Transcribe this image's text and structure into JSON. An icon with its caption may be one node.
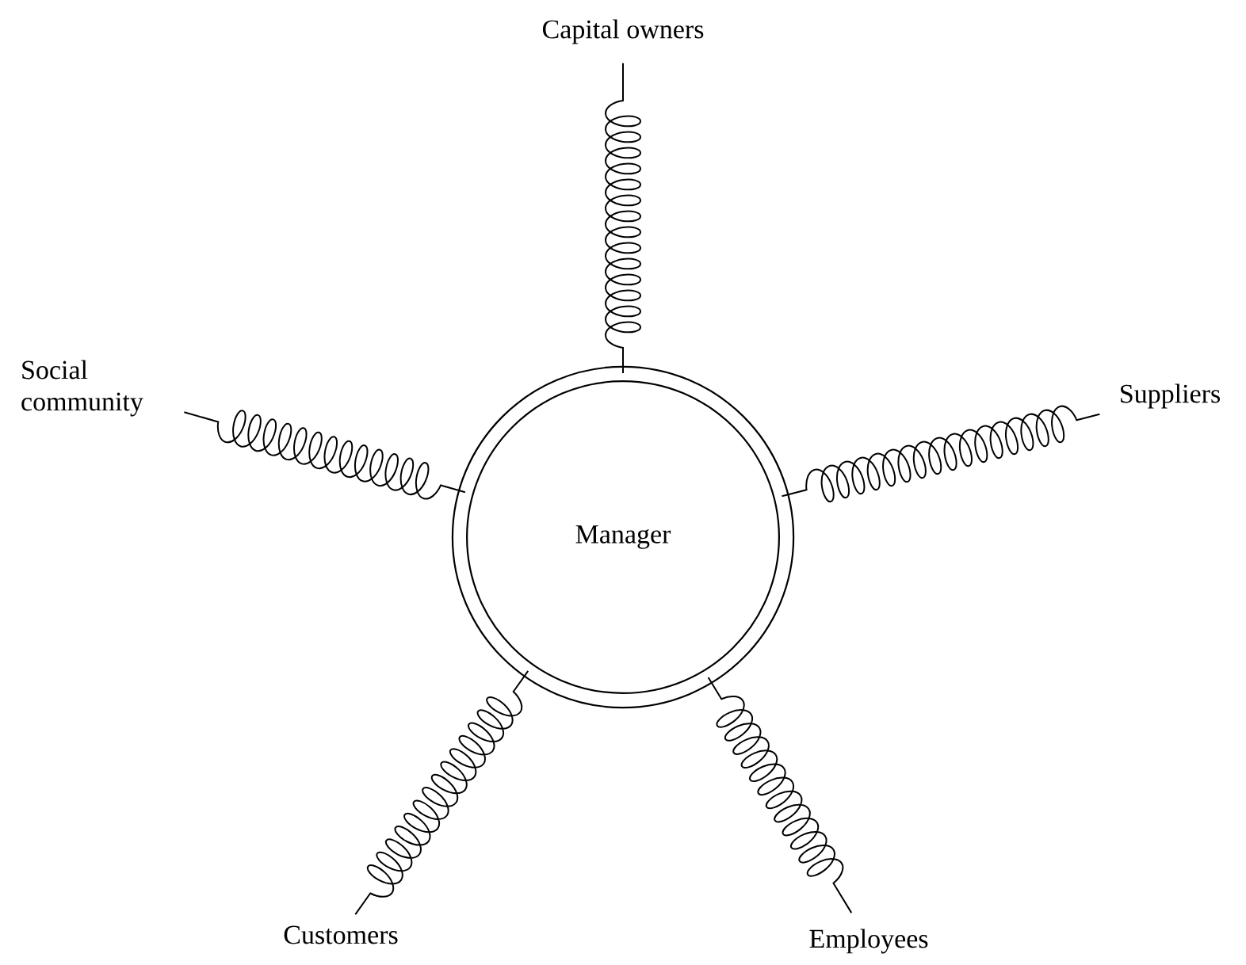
{
  "diagram": {
    "nodes": [
      {
        "text": [
          "Manager"
        ]
      },
      {
        "text": [
          "Capital owners"
        ]
      },
      {
        "text": [
          "Suppliers"
        ]
      },
      {
        "text": [
          "Employees"
        ]
      },
      {
        "text": [
          "Customers"
        ]
      },
      {
        "text": [
          "Social community"
        ]
      }
    ],
    "edges": [
      {
        "from": 0,
        "to": 1,
        "arrow": "none"
      },
      {
        "from": 0,
        "to": 2,
        "arrow": "none"
      },
      {
        "from": 0,
        "to": 3,
        "arrow": "none"
      },
      {
        "from": 0,
        "to": 4,
        "arrow": "none"
      },
      {
        "from": 0,
        "to": 5,
        "arrow": "none"
      }
    ]
  }
}
